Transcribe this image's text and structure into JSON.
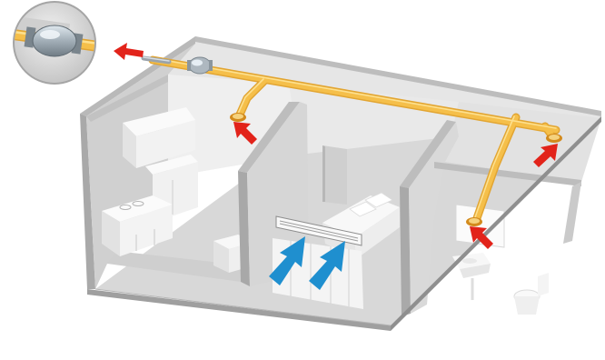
{
  "diagram": {
    "subject": "extract-ventilation-apartment-cutaway",
    "colors": {
      "duct": "#f5bf4a",
      "duct_edge": "#e2a532",
      "duct_highlight": "#fde08e",
      "exhaust_arrow": "#e2231a",
      "supply_arrow": "#1f8fcf",
      "wall_light": "#e4e4e4",
      "wall_mid": "#c9c9c9",
      "wall_dark": "#b1b1b1",
      "floor": "#d3d3d3",
      "furniture": "#f7f7f7",
      "fan_body": "#aeb8c0",
      "fan_highlight": "#e6eef4"
    },
    "icons": [
      "exhaust-arrow-icon",
      "supply-arrow-icon",
      "fan-unit-icon",
      "extract-valve-icon"
    ],
    "rooms": [
      "kitchen-living",
      "bedroom",
      "bathroom",
      "utility"
    ]
  }
}
